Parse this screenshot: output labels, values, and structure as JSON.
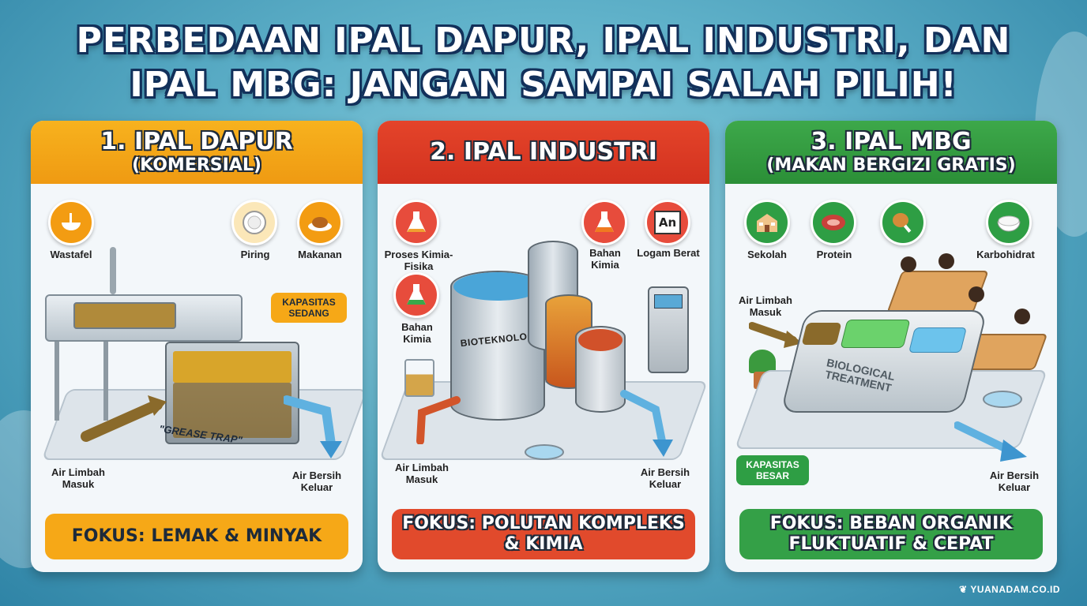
{
  "title_line1": "PERBEDAAN IPAL DAPUR, IPAL INDUSTRI, DAN",
  "title_line2": "IPAL MBG: JANGAN SAMPAI SALAH PILIH!",
  "panels": [
    {
      "head": "1. IPAL DAPUR",
      "sub": "(KOMERSIAL)",
      "labels": {
        "wastafel": "Wastafel",
        "piring": "Piring",
        "makanan": "Makanan",
        "kapasitas": "KAPASITAS SEDANG",
        "grease": "\"GREASE TRAP\"",
        "in": "Air Limbah Masuk",
        "out": "Air Bersih Keluar"
      },
      "focus": "FOKUS: LEMAK & MINYAK"
    },
    {
      "head": "2. IPAL INDUSTRI",
      "labels": {
        "proses": "Proses Kimia-Fisika",
        "bahan1": "Bahan Kimia",
        "bahan2": "Bahan Kimia",
        "logam": "Logam Berat",
        "logam_icon": "An",
        "tank": "BIOTEKNOLOGI",
        "in": "Air Limbah Masuk",
        "out": "Air Bersih Keluar"
      },
      "focus": "FOKUS: POLUTAN KOMPLEKS & KIMIA"
    },
    {
      "head": "3. IPAL MBG",
      "sub": "(MAKAN BERGIZI GRATIS)",
      "labels": {
        "sekolah": "Sekolah",
        "protein": "Protein",
        "karbo": "Karbohidrat",
        "in": "Air Limbah Masuk",
        "tank": "BIOLOGICAL TREATMENT",
        "kapasitas": "KAPASITAS BESAR",
        "out": "Air Bersih Keluar"
      },
      "focus": "FOKUS: BEBAN ORGANIK FLUKTUATIF & CEPAT"
    }
  ],
  "logo": "YUANADAM.CO.ID"
}
